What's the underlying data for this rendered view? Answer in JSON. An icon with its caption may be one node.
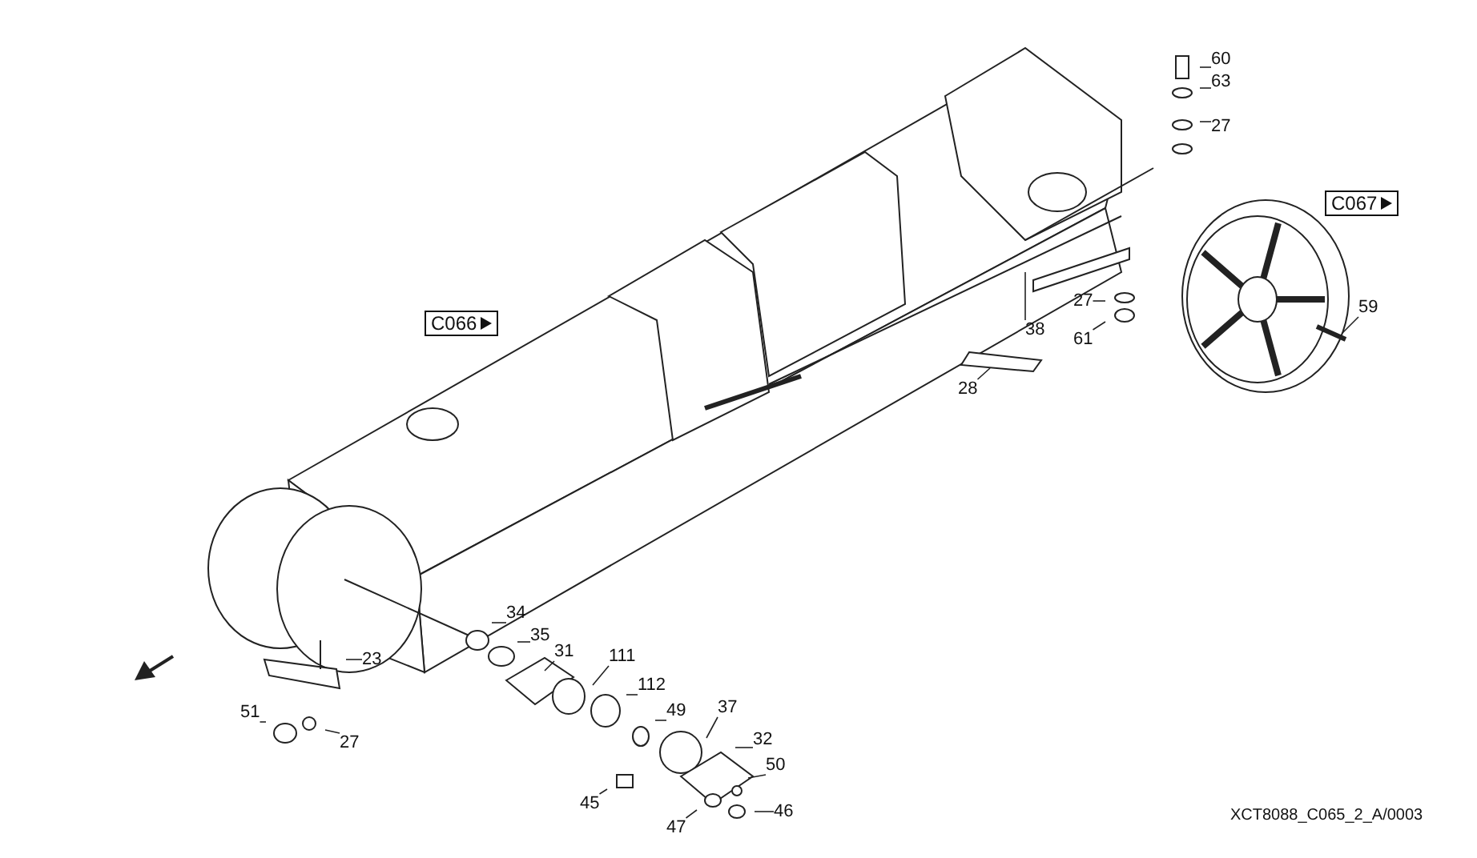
{
  "diagram": {
    "nodes": [
      {
        "text": [
          "60"
        ]
      },
      {
        "text": [
          "63"
        ]
      },
      {
        "text": [
          "27"
        ]
      },
      {
        "text": [
          "C067"
        ]
      },
      {
        "text": [
          "C066"
        ]
      },
      {
        "text": [
          "59"
        ]
      },
      {
        "text": [
          "27"
        ]
      },
      {
        "text": [
          "38"
        ]
      },
      {
        "text": [
          "61"
        ]
      },
      {
        "text": [
          "28"
        ]
      },
      {
        "text": [
          "34"
        ]
      },
      {
        "text": [
          "35"
        ]
      },
      {
        "text": [
          "31"
        ]
      },
      {
        "text": [
          "111"
        ]
      },
      {
        "text": [
          "112"
        ]
      },
      {
        "text": [
          "23"
        ]
      },
      {
        "text": [
          "49"
        ]
      },
      {
        "text": [
          "51"
        ]
      },
      {
        "text": [
          "37"
        ]
      },
      {
        "text": [
          "27"
        ]
      },
      {
        "text": [
          "32"
        ]
      },
      {
        "text": [
          "50"
        ]
      },
      {
        "text": [
          "45"
        ]
      },
      {
        "text": [
          "46"
        ]
      },
      {
        "text": [
          "47"
        ]
      }
    ],
    "edges": [
      {
        "from": 0,
        "to": null,
        "arrow": "none"
      },
      {
        "from": 1,
        "to": null,
        "arrow": "none"
      },
      {
        "from": 2,
        "to": null,
        "arrow": "none"
      },
      {
        "from": 5,
        "to": null,
        "arrow": "none"
      },
      {
        "from": 6,
        "to": null,
        "arrow": "none"
      },
      {
        "from": 7,
        "to": null,
        "arrow": "none"
      },
      {
        "from": 8,
        "to": null,
        "arrow": "none"
      },
      {
        "from": 9,
        "to": null,
        "arrow": "none"
      },
      {
        "from": 10,
        "to": null,
        "arrow": "none"
      },
      {
        "from": 11,
        "to": null,
        "arrow": "none"
      },
      {
        "from": 12,
        "to": null,
        "arrow": "none"
      },
      {
        "from": 13,
        "to": null,
        "arrow": "none"
      },
      {
        "from": 14,
        "to": null,
        "arrow": "none"
      },
      {
        "from": 15,
        "to": null,
        "arrow": "none"
      },
      {
        "from": 16,
        "to": null,
        "arrow": "none"
      },
      {
        "from": 17,
        "to": null,
        "arrow": "none"
      },
      {
        "from": 18,
        "to": null,
        "arrow": "none"
      },
      {
        "from": 19,
        "to": null,
        "arrow": "none"
      },
      {
        "from": 20,
        "to": null,
        "arrow": "none"
      },
      {
        "from": 21,
        "to": null,
        "arrow": "none"
      },
      {
        "from": 22,
        "to": null,
        "arrow": "none"
      },
      {
        "from": 23,
        "to": null,
        "arrow": "none"
      },
      {
        "from": 24,
        "to": null,
        "arrow": "none"
      }
    ],
    "labels": [
      "XCT8088_C065_2_A/0003"
    ]
  }
}
